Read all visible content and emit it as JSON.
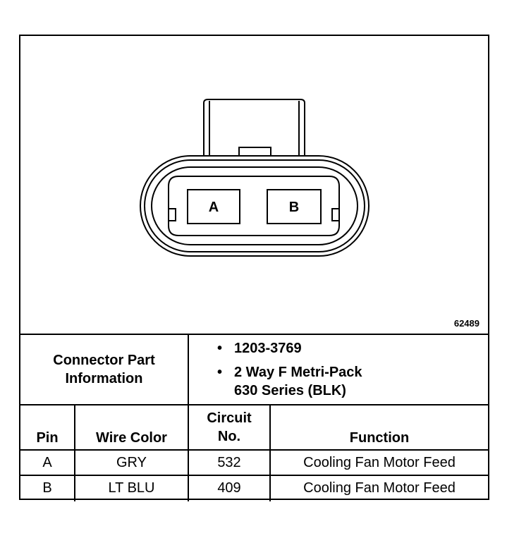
{
  "figure_id": "62489",
  "connector": {
    "cavities": [
      "A",
      "B"
    ]
  },
  "part_info": {
    "label_line1": "Connector Part",
    "label_line2": "Information",
    "items": [
      {
        "bullet": "•",
        "line1": "1203-3769",
        "line2": ""
      },
      {
        "bullet": "•",
        "line1": "2 Way F Metri-Pack",
        "line2": "630 Series (BLK)"
      }
    ]
  },
  "table": {
    "headers": {
      "pin": "Pin",
      "wire_color": "Wire Color",
      "circuit_line1": "Circuit",
      "circuit_line2": "No.",
      "function": "Function"
    },
    "rows": [
      {
        "pin": "A",
        "wire_color": "GRY",
        "circuit": "532",
        "function": "Cooling Fan Motor Feed"
      },
      {
        "pin": "B",
        "wire_color": "LT BLU",
        "circuit": "409",
        "function": "Cooling Fan Motor Feed"
      }
    ]
  }
}
